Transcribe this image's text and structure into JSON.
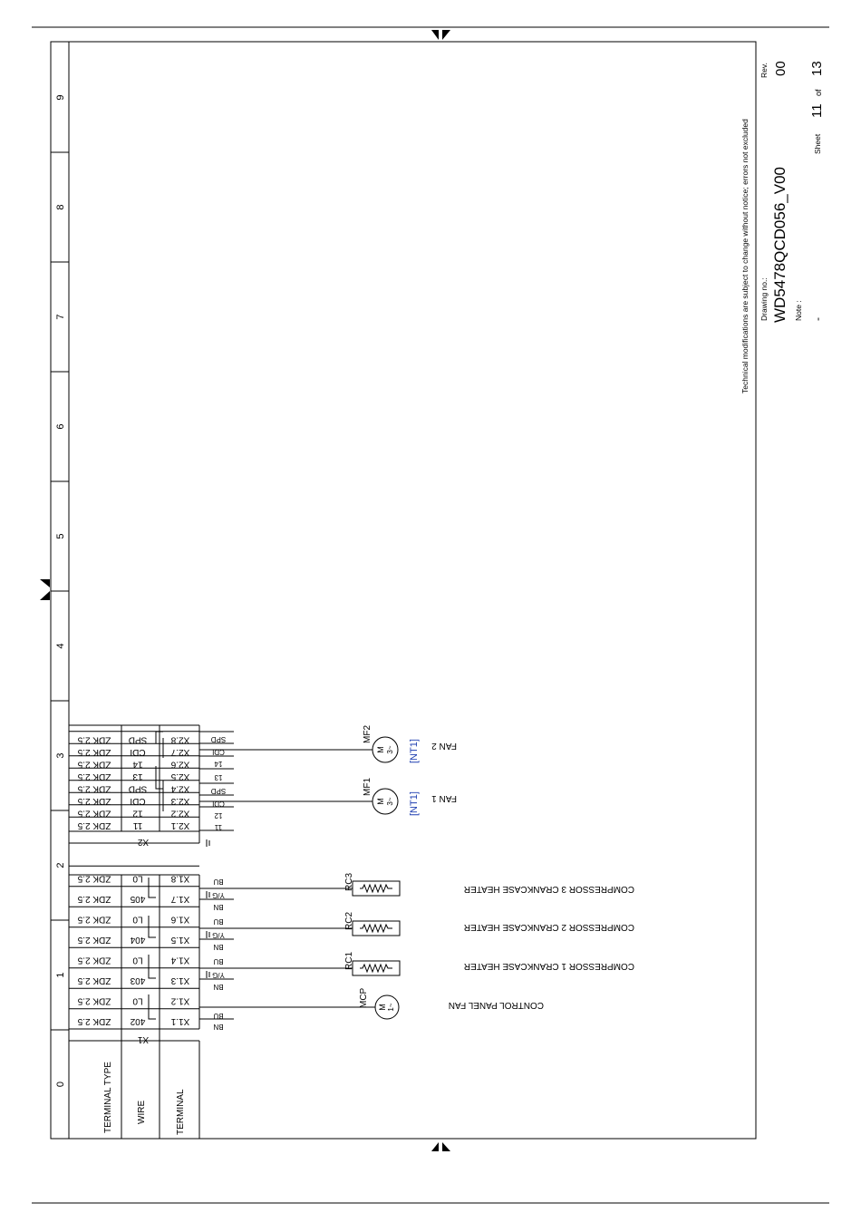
{
  "zones": [
    "0",
    "1",
    "2",
    "3",
    "4",
    "5",
    "6",
    "7",
    "8",
    "9"
  ],
  "row_headers": {
    "terminal_type": "TERMINAL TYPE",
    "wire": "WIRE",
    "terminal": "TERMINAL"
  },
  "strip_x1": {
    "label": "X1",
    "terminals": [
      {
        "terminal": "X1.1",
        "wire": "402",
        "type": "ZDK 2.5"
      },
      {
        "terminal": "X1.2",
        "wire": "L0",
        "type": "ZDK 2.5"
      },
      {
        "terminal": "X1.3",
        "wire": "403",
        "type": "ZDK 2.5"
      },
      {
        "terminal": "X1.4",
        "wire": "L0",
        "type": "ZDK 2.5"
      },
      {
        "terminal": "X1.5",
        "wire": "404",
        "type": "ZDK 2.5"
      },
      {
        "terminal": "X1.6",
        "wire": "L0",
        "type": "ZDK 2.5"
      },
      {
        "terminal": "X1.7",
        "wire": "405",
        "type": "ZDK 2.5"
      },
      {
        "terminal": "X1.8",
        "wire": "L0",
        "type": "ZDK 2.5"
      }
    ]
  },
  "strip_x2": {
    "label": "X2",
    "terminals": [
      {
        "terminal": "X2.1",
        "wire": "11",
        "type": "ZDK 2.5"
      },
      {
        "terminal": "X2.2",
        "wire": "12",
        "type": "ZDK 2.5"
      },
      {
        "terminal": "X2.3",
        "wire": "CDI",
        "type": "ZDK 2.5"
      },
      {
        "terminal": "X2.4",
        "wire": "SPD",
        "type": "ZDK 2.5"
      },
      {
        "terminal": "X2.5",
        "wire": "13",
        "type": "ZDK 2.5"
      },
      {
        "terminal": "X2.6",
        "wire": "14",
        "type": "ZDK 2.5"
      },
      {
        "terminal": "X2.7",
        "wire": "CDI",
        "type": "ZDK 2.5"
      },
      {
        "terminal": "X2.8",
        "wire": "SPD",
        "type": "ZDK 2.5"
      }
    ]
  },
  "wire_colors": {
    "bn": "BN",
    "bu": "BU",
    "yg": "Y/G"
  },
  "fan_wires": {
    "w11": "11",
    "w12": "12",
    "w13": "13",
    "w14": "14",
    "cdi": "CDI",
    "spd": "SPD"
  },
  "devices": {
    "mcp": {
      "tag": "MCP",
      "desc": "CONTROL PANEL FAN",
      "symbol": "M",
      "phase": "1~"
    },
    "rc1": {
      "tag": "RC1",
      "desc": "COMPRESSOR 1 CRANKCASE HEATER"
    },
    "rc2": {
      "tag": "RC2",
      "desc": "COMPRESSOR 2 CRANKCASE HEATER"
    },
    "rc3": {
      "tag": "RC3",
      "desc": "COMPRESSOR 3 CRANKCASE HEATER"
    },
    "mf1": {
      "tag": "MF1",
      "desc": "FAN 1",
      "ref": "[NT1]",
      "symbol": "M",
      "phase": "3~"
    },
    "mf2": {
      "tag": "MF2",
      "desc": "FAN 2",
      "ref": "[NT1]",
      "symbol": "M",
      "phase": "3~"
    }
  },
  "title_block": {
    "disclaimer": "Technical modifications are subject to change without notice; errors not excluded",
    "drawing_no_label": "Drawing no.:",
    "drawing_no": "WD5478QCD056_V00",
    "rev_label": "Rev.",
    "rev": "00",
    "note_label": "Note :",
    "note": "-",
    "sheet_label": "Sheet",
    "sheet": "11",
    "of_label": "of",
    "sheet_total": "13"
  }
}
